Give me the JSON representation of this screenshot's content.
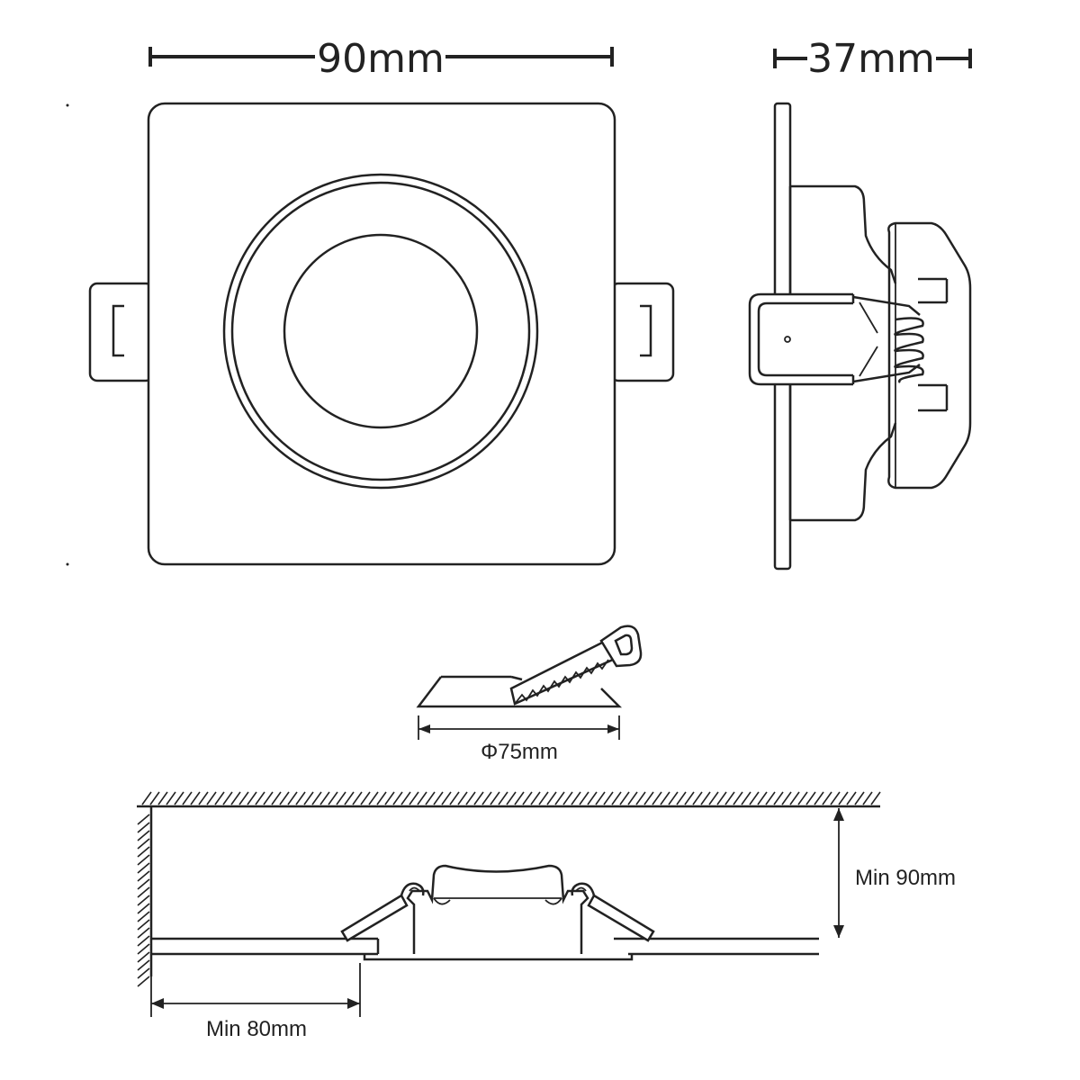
{
  "dimensions": {
    "front_width": "90mm",
    "side_depth": "37mm",
    "cutout_diameter": "Φ75mm",
    "min_height": "Min 90mm",
    "min_distance": "Min 80mm"
  },
  "colors": {
    "line": "#222222",
    "background": "#ffffff"
  }
}
